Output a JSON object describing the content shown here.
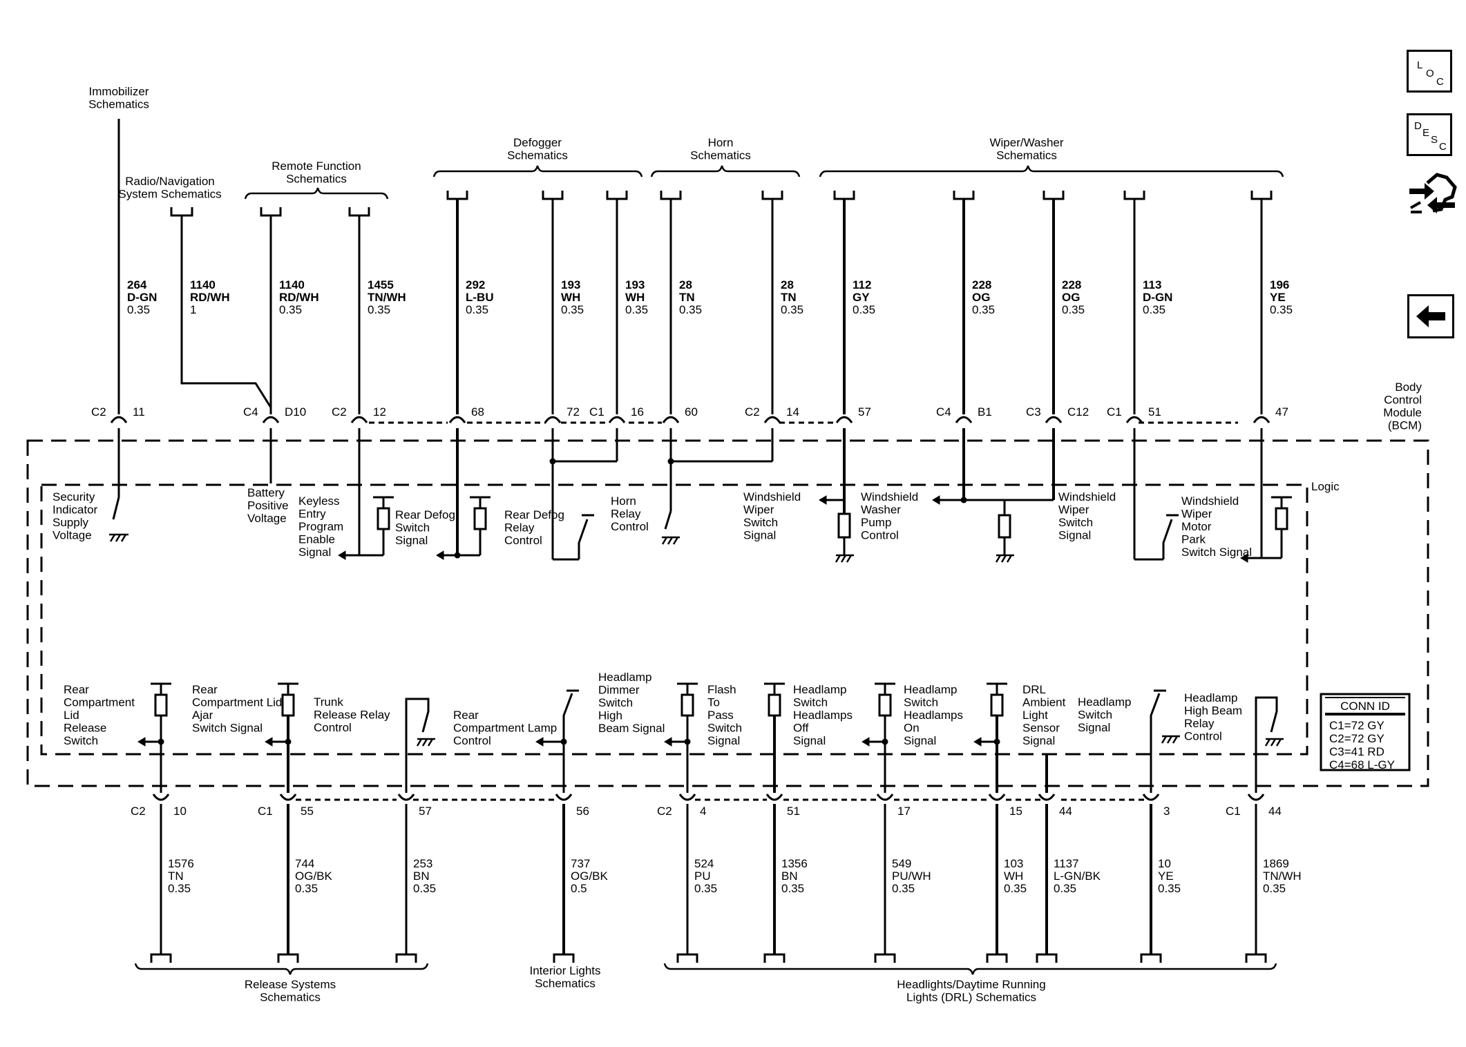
{
  "sources_top": [
    {
      "id": "immobilizer",
      "text": "Immobilizer Schematics"
    },
    {
      "id": "radio",
      "text": "Radio/Navigation System Schematics"
    },
    {
      "id": "remote",
      "text": "Remote Function Schematics"
    },
    {
      "id": "defogger",
      "text": "Defogger Schematics"
    },
    {
      "id": "horn",
      "text": "Horn Schematics"
    },
    {
      "id": "wiper",
      "text": "Wiper/Washer Schematics"
    }
  ],
  "sources_bottom": [
    {
      "id": "release",
      "text": "Release Systems Schematics"
    },
    {
      "id": "interior",
      "text": "Interior Lights Schematics"
    },
    {
      "id": "headlights",
      "text": "Headlights/Daytime Running Lights (DRL) Schematics"
    }
  ],
  "module": {
    "name": "Body Control Module (BCM)",
    "logic": "Logic"
  },
  "conn_id": {
    "title": "CONN ID",
    "rows": [
      "C1=72 GY",
      "C2=72 GY",
      "C3=41 RD",
      "C4=68 L-GY"
    ]
  },
  "wires_top": [
    {
      "circuit": "264",
      "color": "D-GN",
      "size": "0.35",
      "conn": "C2",
      "pin": "11",
      "label": "Security Indicator Supply Voltage"
    },
    {
      "circuit": "1140",
      "color": "RD/WH",
      "size": "1",
      "conn": "",
      "pin": "",
      "label": ""
    },
    {
      "circuit": "1140",
      "color": "RD/WH",
      "size": "0.35",
      "conn": "C4",
      "pin": "D10",
      "label": "Battery Positive Voltage"
    },
    {
      "circuit": "1455",
      "color": "TN/WH",
      "size": "0.35",
      "conn": "C2",
      "pin": "12",
      "label": "Keyless Entry Program Enable Signal"
    },
    {
      "circuit": "292",
      "color": "L-BU",
      "size": "0.35",
      "conn": "",
      "pin": "68",
      "label": "Rear Defog Switch Signal"
    },
    {
      "circuit": "193",
      "color": "WH",
      "size": "0.35",
      "conn": "",
      "pin": "72",
      "label": "Rear Defog Relay Control"
    },
    {
      "circuit": "193",
      "color": "WH",
      "size": "0.35",
      "conn": "C1",
      "pin": "16",
      "label": ""
    },
    {
      "circuit": "28",
      "color": "TN",
      "size": "0.35",
      "conn": "",
      "pin": "60",
      "label": "Horn Relay Control"
    },
    {
      "circuit": "28",
      "color": "TN",
      "size": "0.35",
      "conn": "C2",
      "pin": "14",
      "label": ""
    },
    {
      "circuit": "112",
      "color": "GY",
      "size": "0.35",
      "conn": "",
      "pin": "57",
      "label": "Windshield Wiper Switch Signal"
    },
    {
      "circuit": "228",
      "color": "OG",
      "size": "0.35",
      "conn": "C4",
      "pin": "B1",
      "label": "Windshield Washer Pump Control"
    },
    {
      "circuit": "228",
      "color": "OG",
      "size": "0.35",
      "conn": "C3",
      "pin": "C12",
      "label": "Windshield Wiper Switch Signal"
    },
    {
      "circuit": "113",
      "color": "D-GN",
      "size": "0.35",
      "conn": "C1",
      "pin": "51",
      "label": "Windshield Wiper Motor Park Switch Signal"
    },
    {
      "circuit": "196",
      "color": "YE",
      "size": "0.35",
      "conn": "",
      "pin": "47",
      "label": ""
    }
  ],
  "wires_bottom": [
    {
      "circuit": "1576",
      "color": "TN",
      "size": "0.35",
      "conn": "C2",
      "pin": "10",
      "label": "Rear Compartment Lid Release Switch"
    },
    {
      "circuit": "744",
      "color": "OG/BK",
      "size": "0.35",
      "conn": "C1",
      "pin": "55",
      "label": "Rear Compartment Lid Ajar Switch Signal"
    },
    {
      "circuit": "253",
      "color": "BN",
      "size": "0.35",
      "conn": "",
      "pin": "57",
      "label": "Trunk Release Relay Control"
    },
    {
      "circuit": "737",
      "color": "OG/BK",
      "size": "0.5",
      "conn": "",
      "pin": "56",
      "label": "Rear Compartment Lamp Control"
    },
    {
      "circuit": "524",
      "color": "PU",
      "size": "0.35",
      "conn": "C2",
      "pin": "4",
      "label": "Flash To Pass Switch Signal"
    },
    {
      "circuit": "1356",
      "color": "BN",
      "size": "0.35",
      "conn": "",
      "pin": "51",
      "label": "Headlamp Switch Headlamps Off Signal"
    },
    {
      "circuit": "549",
      "color": "PU/WH",
      "size": "0.35",
      "conn": "",
      "pin": "17",
      "label": "Headlamp Switch Headlamps On Signal"
    },
    {
      "circuit": "103",
      "color": "WH",
      "size": "0.35",
      "conn": "",
      "pin": "15",
      "label": "DRL Ambient Light Sensor Signal"
    },
    {
      "circuit": "1137",
      "color": "L-GN/BK",
      "size": "0.35",
      "conn": "",
      "pin": "44",
      "label": "Headlamp Switch Signal"
    },
    {
      "circuit": "10",
      "color": "YE",
      "size": "0.35",
      "conn": "",
      "pin": "3",
      "label": ""
    },
    {
      "circuit": "1869",
      "color": "TN/WH",
      "size": "0.35",
      "conn": "C1",
      "pin": "44",
      "label": "Headlamp High Beam Relay Control"
    }
  ],
  "headlamp_dimmer_label": "Headlamp Dimmer Switch High Beam Signal",
  "nav": {
    "loc": {
      "a": "L",
      "b": "O",
      "c": "C"
    },
    "desc": {
      "a": "D",
      "b": "E",
      "c": "S",
      "d": "C"
    }
  },
  "icons": {
    "connector_view": "connector-end-view-icon",
    "back": "back-arrow-icon"
  }
}
